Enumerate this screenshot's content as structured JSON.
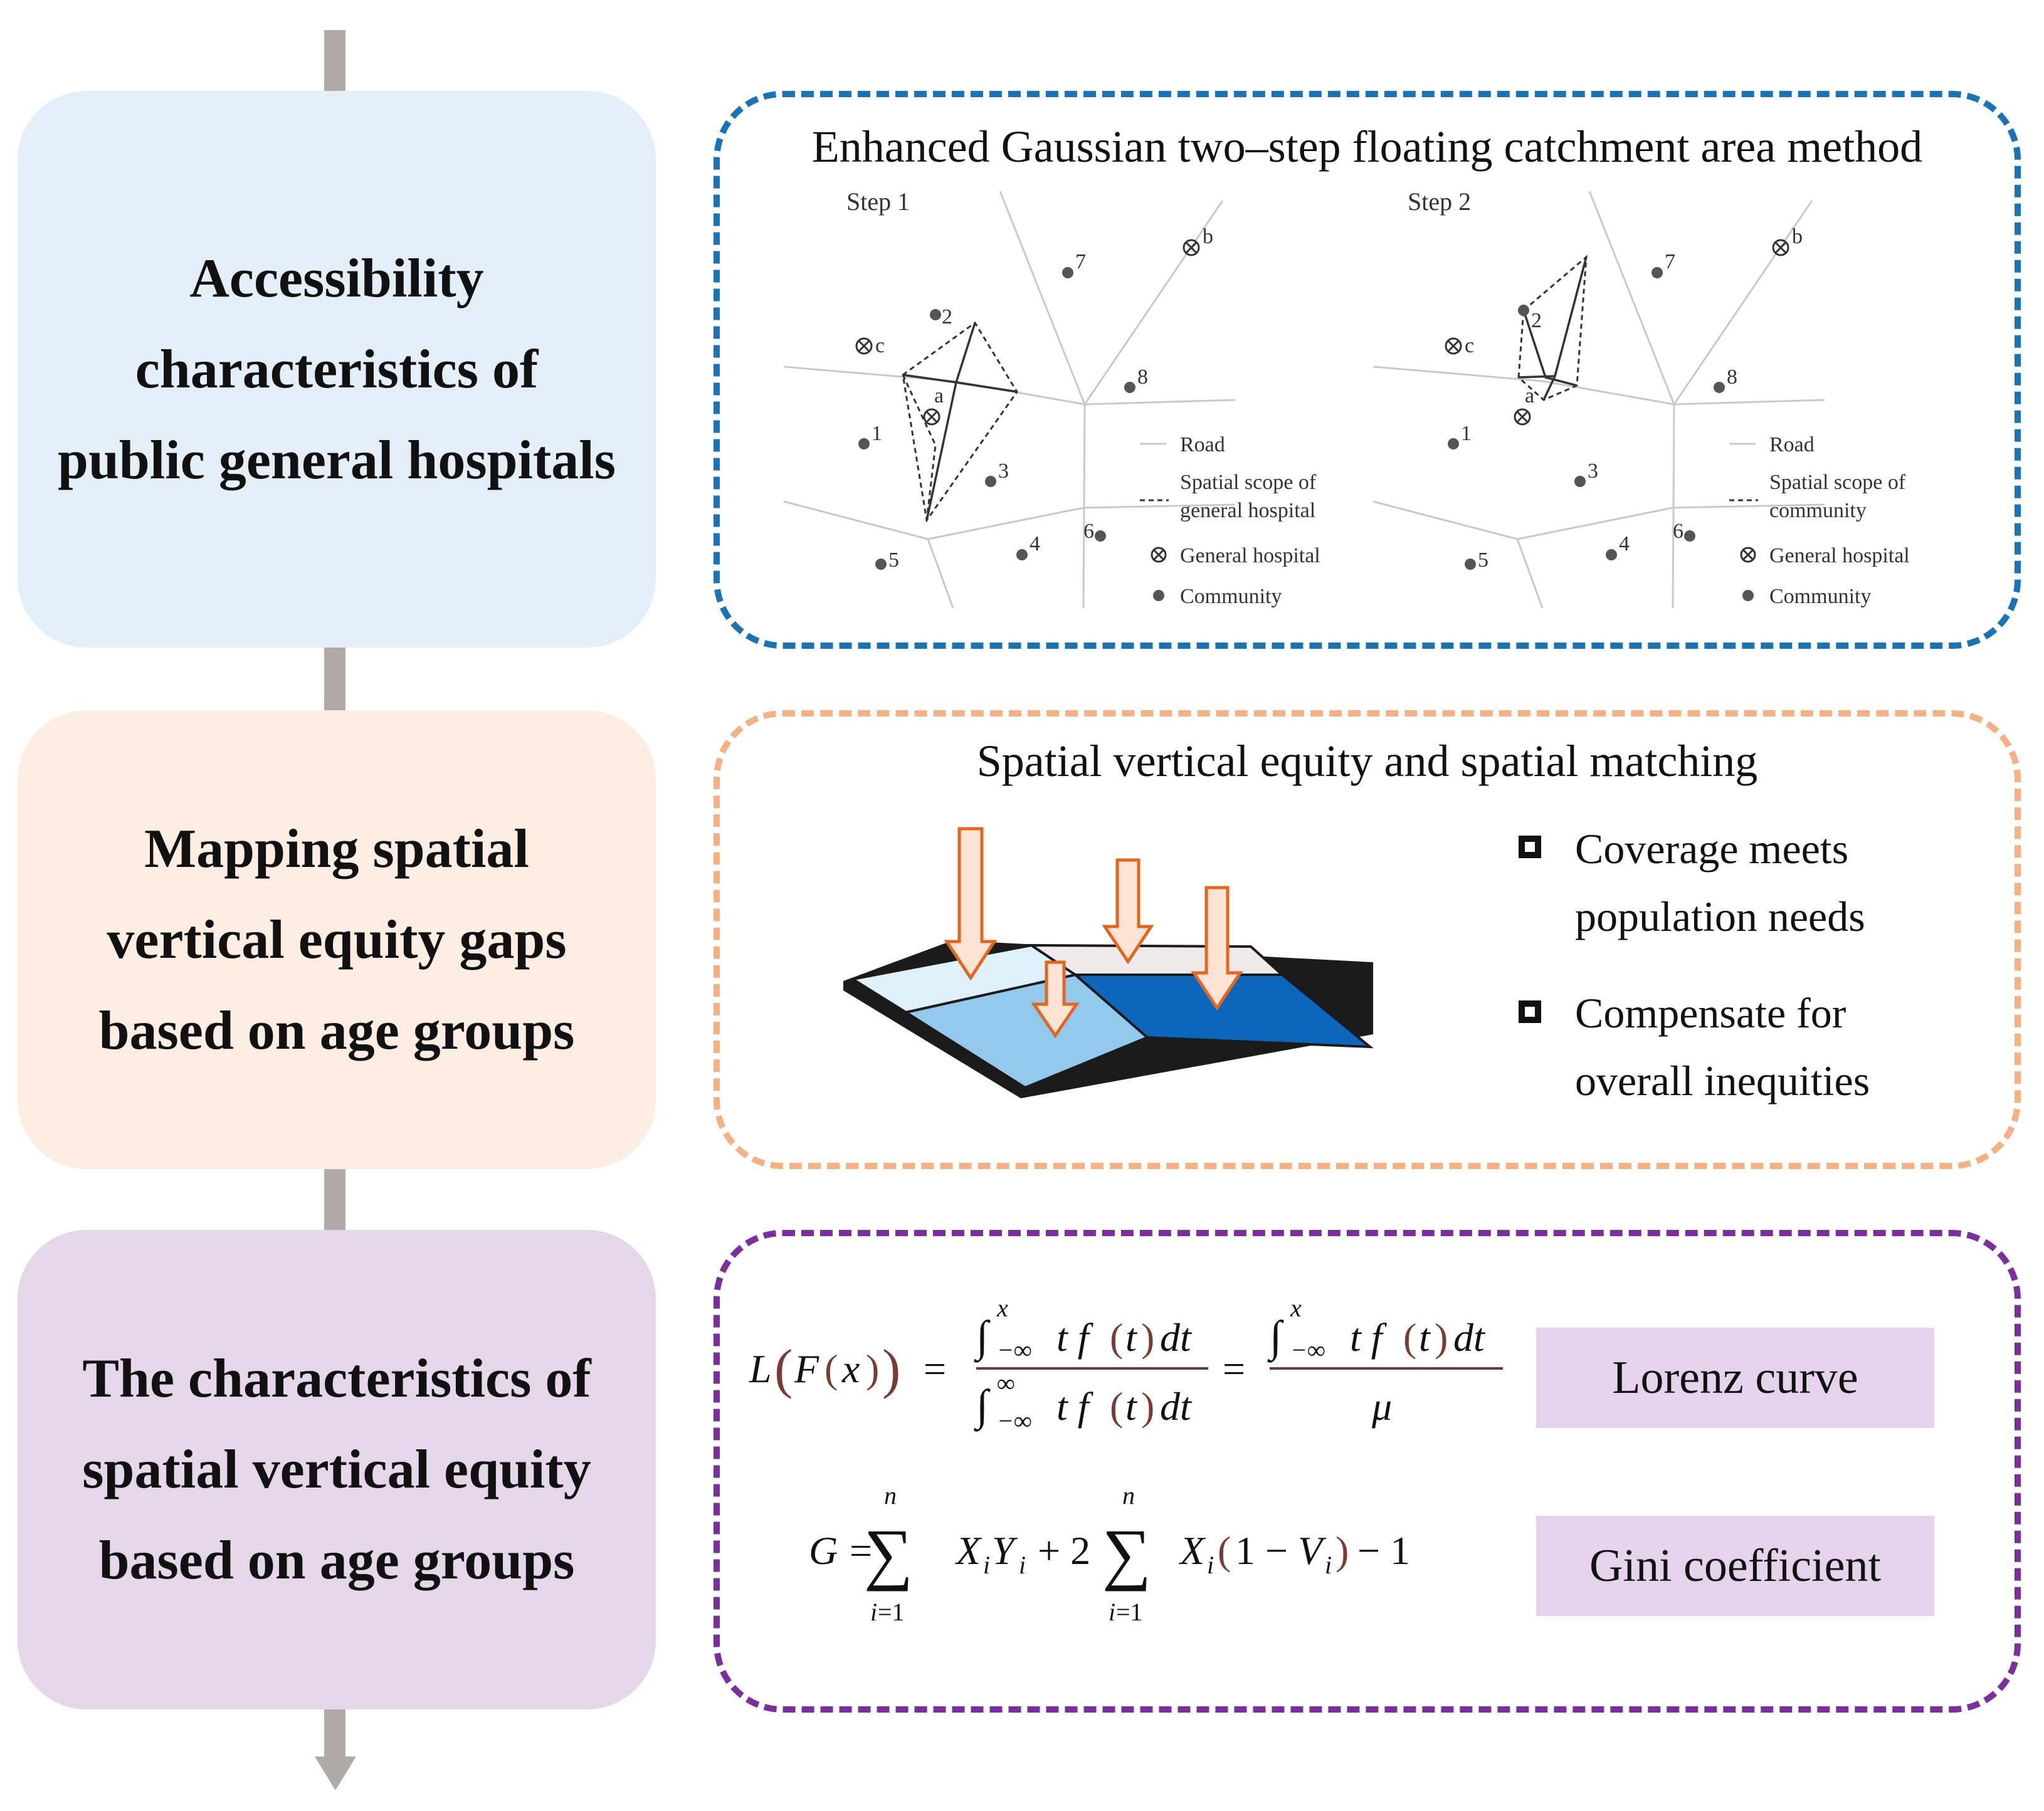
{
  "stages": [
    {
      "lines": [
        "Accessibility",
        "characteristics of",
        "public general hospitals"
      ],
      "color": "#e4eef9"
    },
    {
      "lines": [
        "Mapping spatial",
        "vertical equity gaps",
        "based on age groups"
      ],
      "color": "#fdede3"
    },
    {
      "lines": [
        "The characteristics of",
        "spatial vertical equity",
        "based on age groups"
      ],
      "color": "#e5d6ea"
    }
  ],
  "panel1": {
    "title": "Enhanced Gaussian two–step floating catchment area method",
    "border_color": "#1a73b5",
    "step1": {
      "label": "Step 1",
      "points": [
        "1",
        "2",
        "3",
        "4",
        "5",
        "6",
        "7",
        "8"
      ],
      "hospitals": [
        "a",
        "b",
        "c"
      ],
      "legend": {
        "road": "Road",
        "scope_line1": "Spatial scope of",
        "scope_line2": "general hospital",
        "hospital": "General hospital",
        "community": "Community"
      }
    },
    "step2": {
      "label": "Step 2",
      "points": [
        "1",
        "2",
        "3",
        "4",
        "5",
        "6",
        "7",
        "8"
      ],
      "hospitals": [
        "a",
        "b",
        "c"
      ],
      "legend": {
        "road": "Road",
        "scope_line1": "Spatial scope of",
        "scope_line2": "community",
        "hospital": "General hospital",
        "community": "Community"
      }
    }
  },
  "panel2": {
    "title": "Spatial vertical equity and spatial matching",
    "border_color": "#f5b184",
    "items": [
      {
        "line1": "Coverage meets",
        "line2": "population needs"
      },
      {
        "line1": "Compensate for",
        "line2": "overall inequities"
      }
    ]
  },
  "panel3": {
    "border_color": "#7a2f9c",
    "lorenz_label": "Lorenz curve",
    "gini_label": "Gini coefficient"
  }
}
